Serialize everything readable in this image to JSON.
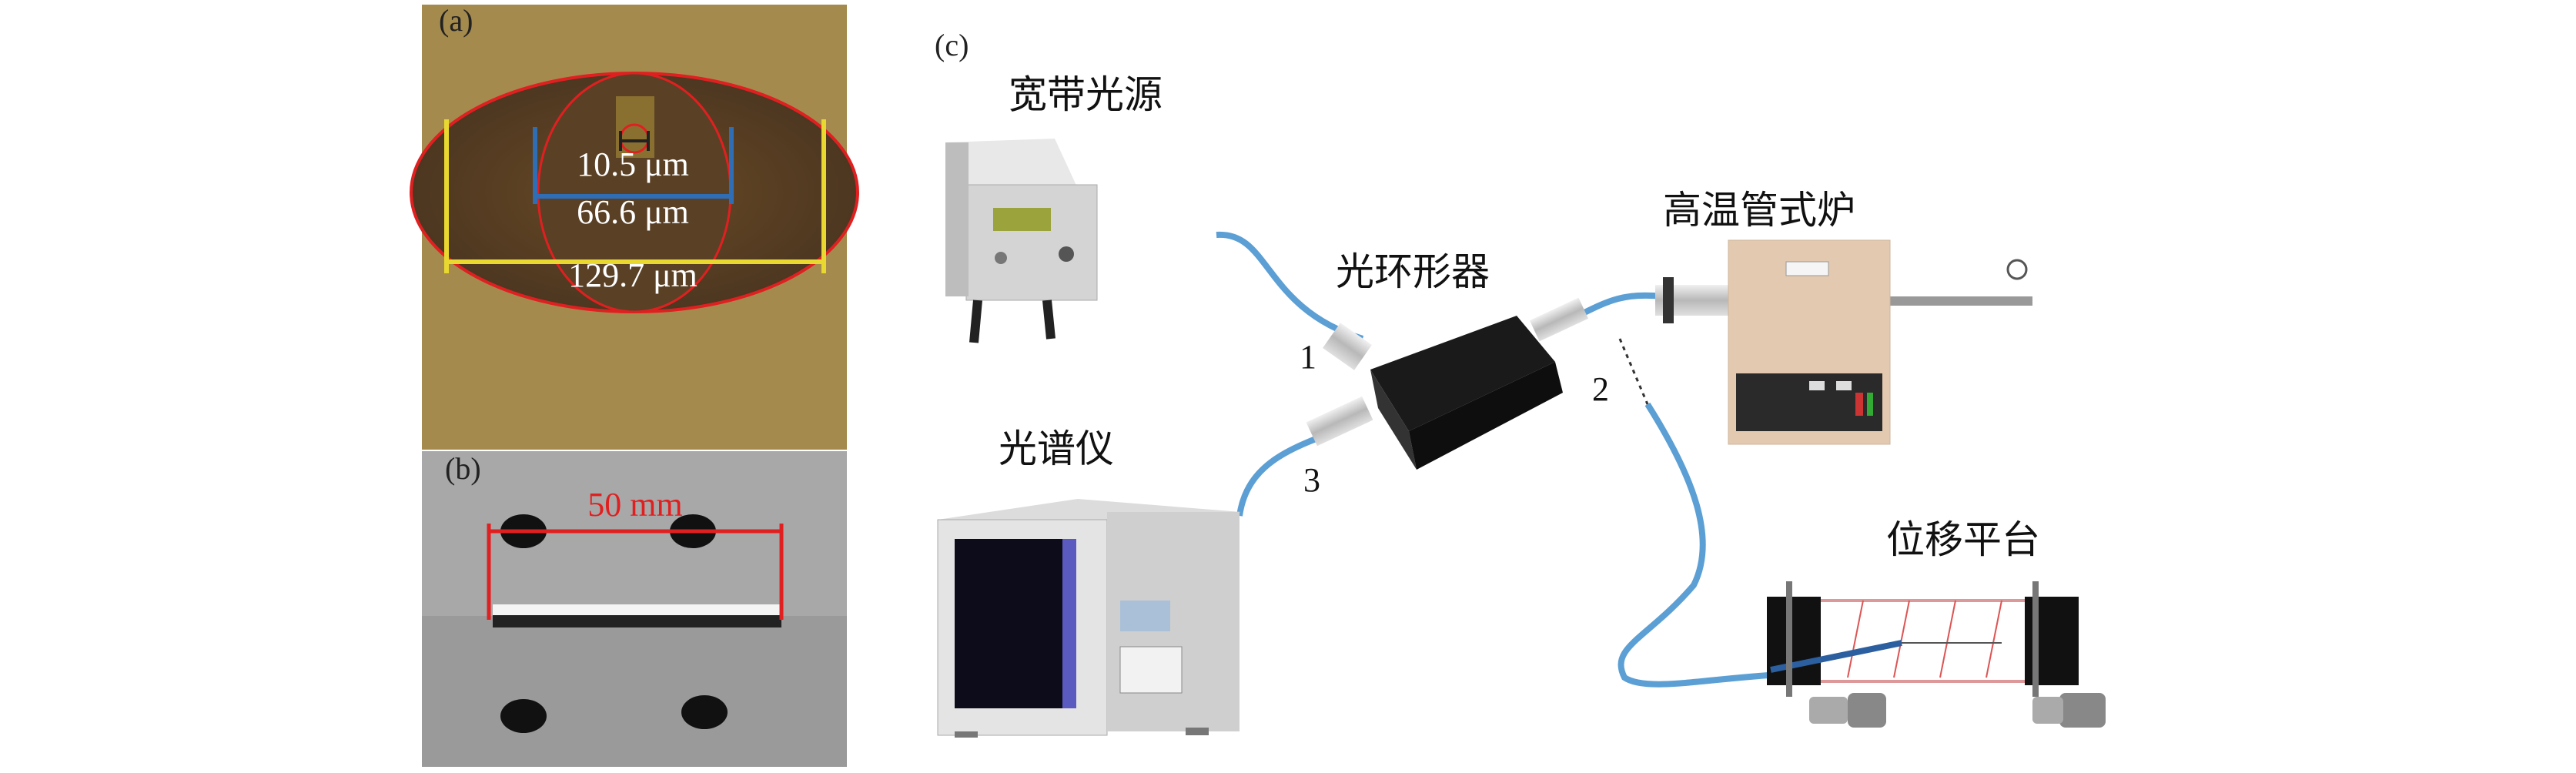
{
  "panel_a": {
    "label": "(a)",
    "core_diameter": "10.5 μm",
    "inner_cladding_diameter": "66.6 μm",
    "fiber_diameter": "129.7 μm"
  },
  "panel_b": {
    "label": "(b)",
    "length": "50 mm"
  },
  "panel_c": {
    "label": "(c)",
    "broadband_source": "宽带光源",
    "circulator": "光环形器",
    "tube_furnace": "高温管式炉",
    "spectrum_analyzer": "光谱仪",
    "translation_stage": "位移平台",
    "port_1": "1",
    "port_2": "2",
    "port_3": "3"
  },
  "colors": {
    "fiber": "#5b9fd4",
    "annotation_red": "#e02020",
    "annotation_blue": "#2f6db5",
    "annotation_yellow": "#e8d830"
  }
}
